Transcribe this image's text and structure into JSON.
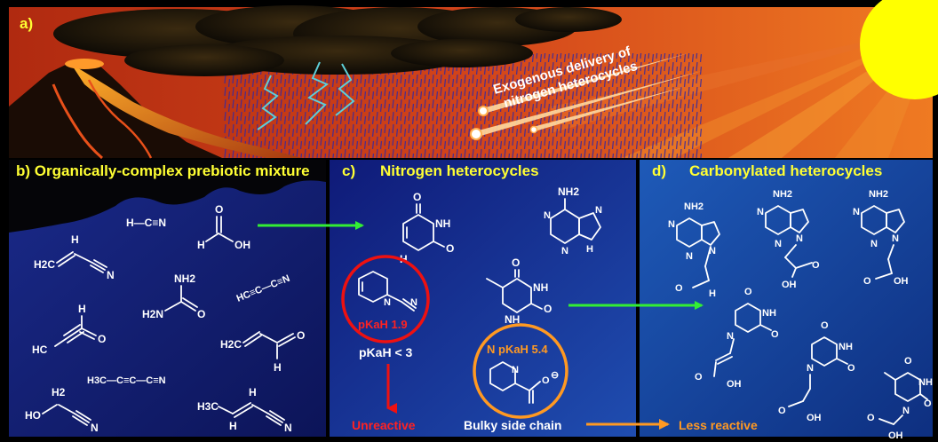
{
  "panel_a": {
    "label": "a)",
    "meteor_text_line1": "Exogenous delivery of",
    "meteor_text_line2": "nitrogen heterocycles"
  },
  "panel_b": {
    "title": "b) Organically-complex prebiotic mixture",
    "molecules": {
      "hcn": "H—C≡N",
      "formic_o": "O",
      "formic_h": "H",
      "formic_oh": "OH",
      "acrylonitrile_h2c": "H2C",
      "acrylonitrile_h": "H",
      "acrylonitrile_n": "N",
      "urea_nh2_top": "NH2",
      "urea_h2n": "H2N",
      "urea_o": "O",
      "cyanoacetylene": "HC≡C—C≡N",
      "propynal_hc": "HC",
      "propynal_h": "H",
      "propynal_o": "O",
      "acrolein_h2c": "H2C",
      "acrolein_o": "O",
      "acrolein_h": "H",
      "cyanopropyne": "H3C—C≡C—C≡N",
      "glycolonitrile_ho": "HO",
      "glycolonitrile_h2": "H2",
      "glycolonitrile_n": "N",
      "crotononitrile_h3c": "H3C",
      "crotononitrile_h": "H",
      "crotononitrile_n": "N"
    }
  },
  "panel_c": {
    "label": "c)",
    "title": "Nitrogen heterocycles",
    "pka_red": "pKaH 1.9",
    "pka_rule": "pKaH < 3",
    "pka_orange": "N pKaH 5.4",
    "unreactive": "Unreactive",
    "bulky": "Bulky side chain",
    "less_reactive": "Less reactive"
  },
  "panel_d": {
    "label": "d)",
    "title": "Carbonylated heterocycles"
  },
  "atoms": {
    "nh2": "NH2",
    "nh": "NH",
    "n": "N",
    "h": "H",
    "o": "O",
    "oh": "OH",
    "minus": "⊖"
  },
  "colors": {
    "panel_blue": "#101a6e",
    "label_yellow": "#ffff33",
    "arrow_green": "#33ee33",
    "arrow_red": "#ee1111",
    "arrow_orange": "#ff9922",
    "sun": "#ffff00"
  }
}
